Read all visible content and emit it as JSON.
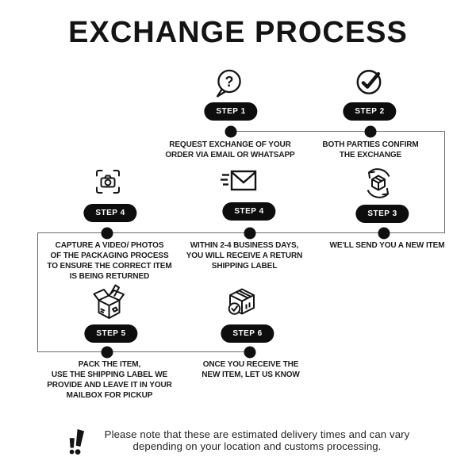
{
  "title": "EXCHANGE PROCESS",
  "colors": {
    "ink": "#141414",
    "connector_line": "#6b6b6b",
    "badge_background": "#0d0d0d",
    "badge_text": "#ffffff",
    "background": "#ffffff"
  },
  "steps": [
    {
      "badge": "STEP 1",
      "icon": "question-speech-bubble-icon",
      "description": "REQUEST EXCHANGE OF YOUR\nORDER VIA EMAIL OR WHATSAPP"
    },
    {
      "badge": "STEP 2",
      "icon": "check-circle-icon",
      "description": "BOTH PARTIES CONFIRM\nTHE EXCHANGE"
    },
    {
      "badge": "STEP 4",
      "icon": "camera-capture-icon",
      "description": "CAPTURE A VIDEO/ PHOTOS\nOF THE PACKAGING PROCESS\nTO ENSURE THE CORRECT ITEM\nIS BEING RETURNED"
    },
    {
      "badge": "STEP 4",
      "icon": "fast-mail-icon",
      "description": "WITHIN 2-4 BUSINESS DAYS,\nYOU WILL RECEIVE A RETURN\nSHIPPING LABEL"
    },
    {
      "badge": "STEP 3",
      "icon": "exchange-box-icon",
      "description": "WE'LL SEND YOU A NEW ITEM"
    },
    {
      "badge": "STEP 5",
      "icon": "open-box-icon",
      "description": "PACK THE ITEM,\nUSE THE SHIPPING LABEL WE\nPROVIDE AND LEAVE IT IN YOUR\nMAILBOX FOR PICKUP"
    },
    {
      "badge": "STEP 6",
      "icon": "box-received-check-icon",
      "description": "ONCE YOU RECEIVE THE\nNEW ITEM, LET US KNOW"
    }
  ],
  "note": {
    "icon": "double-exclamation-icon",
    "text": "Please note that these are estimated delivery times and can vary\ndepending on your location and customs processing."
  }
}
